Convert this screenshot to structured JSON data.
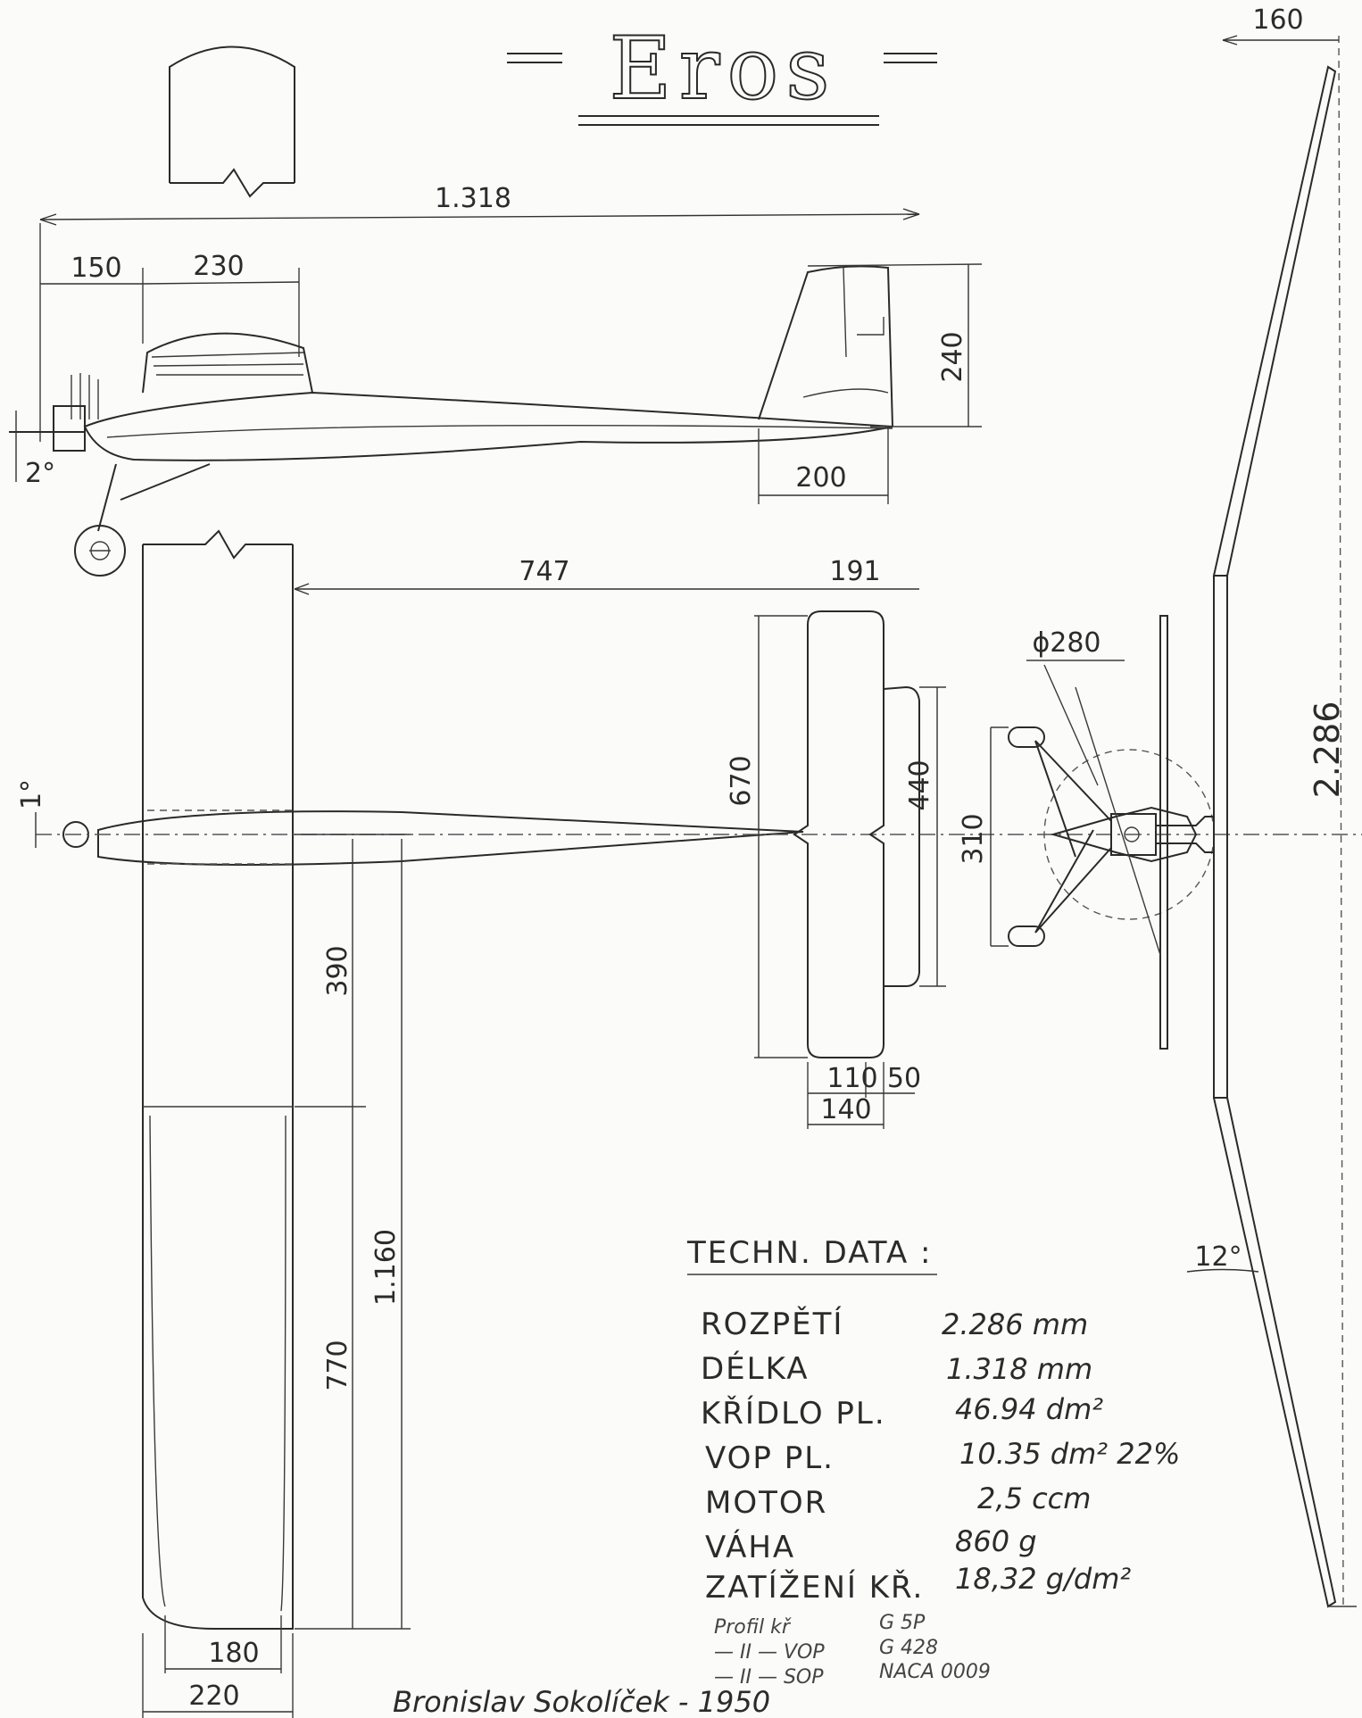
{
  "title": "Eros",
  "dimensions": {
    "length": "1.318",
    "nose": "150",
    "wing_chord": "230",
    "fin_height": "240",
    "fin_base": "200",
    "incidence": "2°",
    "wing_to_stab": "747",
    "stab_length": "191",
    "stab_span": "670",
    "stab_inner": "440",
    "wheel_track": "310",
    "prop_dia": "ϕ280",
    "stab_root_a": "110",
    "stab_root_b": "50",
    "stab_root_c": "140",
    "wing_inner": "390",
    "wing_half": "1.160",
    "wing_outer": "770",
    "tip_chord": "180",
    "root_chord": "220",
    "thrust_angle": "1°",
    "span": "2.286",
    "dihedral_top": "160",
    "dihedral_angle": "12°"
  },
  "tech_data": {
    "heading": "TECHN. DATA :",
    "rows": [
      {
        "label": "ROZPĚTÍ",
        "value": "2.286 mm"
      },
      {
        "label": "DÉLKA",
        "value": "1.318 mm"
      },
      {
        "label": "KŘÍDLO PL.",
        "value": "46.94 dm²"
      },
      {
        "label": "VOP PL.",
        "value": "10.35 dm² 22%"
      },
      {
        "label": "MOTOR",
        "value": "2,5 ccm"
      },
      {
        "label": "VÁHA",
        "value": "860 g"
      },
      {
        "label": "ZATÍŽENÍ KŘ.",
        "value": "18,32 g/dm²"
      }
    ],
    "profiles": [
      {
        "label": "Profil kř",
        "value": "G 5P"
      },
      {
        "label": "— II — VOP",
        "value": "G 428"
      },
      {
        "label": "— II — SOP",
        "value": "NACA 0009"
      }
    ]
  },
  "signature": "Bronislav Sokolíček - 1950"
}
